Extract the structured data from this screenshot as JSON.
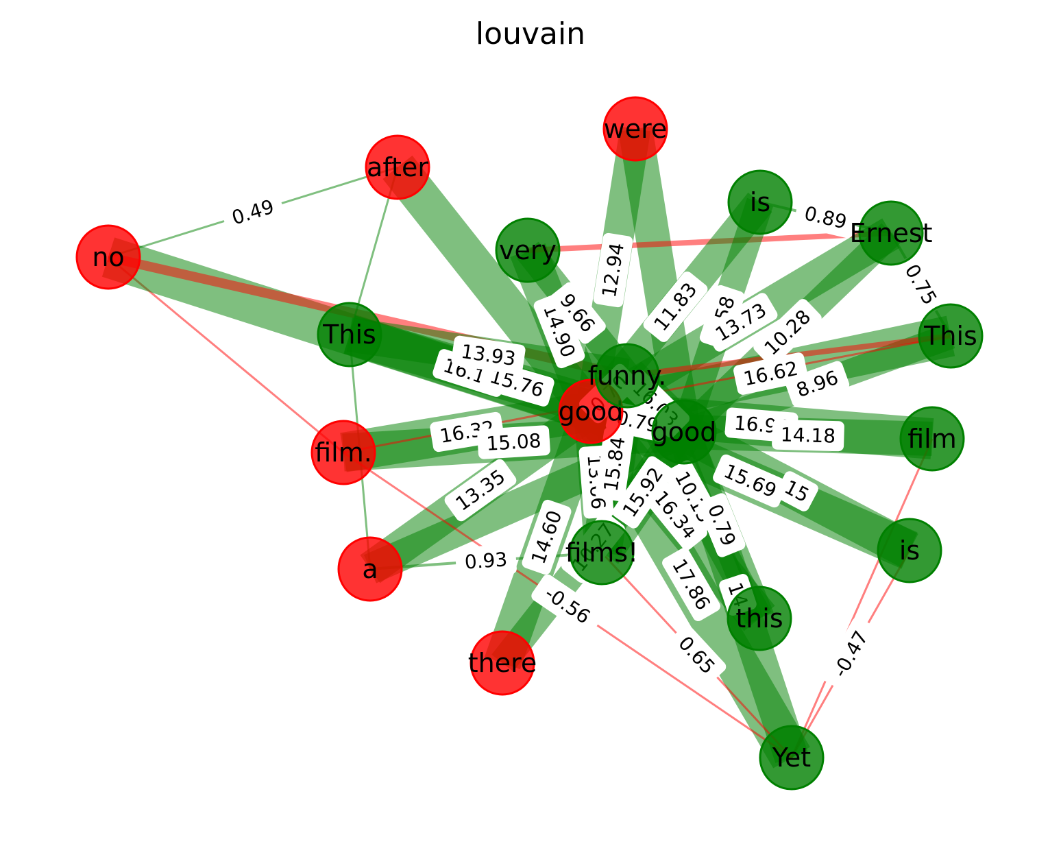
{
  "title": "louvain",
  "colors": {
    "positive": "#008000",
    "negative": "#ff0000",
    "label_bg": "#ffffff"
  },
  "nodes": [
    {
      "id": "no",
      "label": "no",
      "group": "negative"
    },
    {
      "id": "after",
      "label": "after",
      "group": "negative"
    },
    {
      "id": "were",
      "label": "were",
      "group": "negative"
    },
    {
      "id": "film_dot",
      "label": "film.",
      "group": "negative"
    },
    {
      "id": "a",
      "label": "a",
      "group": "negative"
    },
    {
      "id": "there",
      "label": "there",
      "group": "negative"
    },
    {
      "id": "good_red",
      "label": "good",
      "group": "negative"
    },
    {
      "id": "very",
      "label": "very",
      "group": "positive"
    },
    {
      "id": "is_top",
      "label": "is",
      "group": "positive"
    },
    {
      "id": "ernest",
      "label": "Ernest",
      "group": "positive"
    },
    {
      "id": "this_left",
      "label": "This",
      "group": "positive"
    },
    {
      "id": "this_right",
      "label": "This",
      "group": "positive"
    },
    {
      "id": "funny",
      "label": "funny.",
      "group": "positive"
    },
    {
      "id": "good_green",
      "label": "good",
      "group": "positive"
    },
    {
      "id": "film",
      "label": "film",
      "group": "positive"
    },
    {
      "id": "is_right",
      "label": "is",
      "group": "positive"
    },
    {
      "id": "films",
      "label": "films!",
      "group": "positive"
    },
    {
      "id": "this_low",
      "label": "this",
      "group": "positive"
    },
    {
      "id": "yet",
      "label": "Yet",
      "group": "positive"
    }
  ],
  "edges": [
    {
      "source": "no",
      "target": "after",
      "weight": "0.49",
      "sign": "positive",
      "width": 3
    },
    {
      "source": "no",
      "target": "film_dot",
      "weight": "",
      "sign": "negative",
      "width": 3
    },
    {
      "source": "no",
      "target": "good_red",
      "weight": "",
      "sign": "positive",
      "width": 60
    },
    {
      "source": "no",
      "target": "funny",
      "weight": "",
      "sign": "negative",
      "width": 14
    },
    {
      "source": "after",
      "target": "this_left",
      "weight": "",
      "sign": "positive",
      "width": 3
    },
    {
      "source": "after",
      "target": "good_red",
      "weight": "",
      "sign": "positive",
      "width": 55
    },
    {
      "source": "were",
      "target": "good_red",
      "weight": "12.94",
      "sign": "positive",
      "width": 45
    },
    {
      "source": "were",
      "target": "good_green",
      "weight": "",
      "sign": "positive",
      "width": 50
    },
    {
      "source": "very",
      "target": "good_red",
      "weight": "14.90",
      "sign": "positive",
      "width": 55
    },
    {
      "source": "very",
      "target": "funny",
      "weight": "9.66",
      "sign": "positive",
      "width": 40
    },
    {
      "source": "very",
      "target": "ernest",
      "weight": "",
      "sign": "negative",
      "width": 8
    },
    {
      "source": "is_top",
      "target": "good_red",
      "weight": "11.83",
      "sign": "positive",
      "width": 45
    },
    {
      "source": "is_top",
      "target": "ernest",
      "weight": "0.89",
      "sign": "positive",
      "width": 4
    },
    {
      "source": "is_top",
      "target": "good_green",
      "weight": "8.58",
      "sign": "positive",
      "width": 40
    },
    {
      "source": "ernest",
      "target": "good_red",
      "weight": "13.73",
      "sign": "positive",
      "width": 50
    },
    {
      "source": "ernest",
      "target": "this_right",
      "weight": "0.75",
      "sign": "positive",
      "width": 4
    },
    {
      "source": "ernest",
      "target": "good_green",
      "weight": "10.28",
      "sign": "positive",
      "width": 40
    },
    {
      "source": "this_right",
      "target": "good_red",
      "weight": "16.62",
      "sign": "positive",
      "width": 60
    },
    {
      "source": "this_right",
      "target": "good_green",
      "weight": "8.96",
      "sign": "positive",
      "width": 38
    },
    {
      "source": "this_right",
      "target": "funny",
      "weight": "",
      "sign": "negative",
      "width": 8
    },
    {
      "source": "film",
      "target": "good_red",
      "weight": "16.94",
      "sign": "positive",
      "width": 60
    },
    {
      "source": "film",
      "target": "good_green",
      "weight": "14.18",
      "sign": "positive",
      "width": 50
    },
    {
      "source": "film",
      "target": "yet",
      "weight": "",
      "sign": "negative",
      "width": 3
    },
    {
      "source": "is_right",
      "target": "good_red",
      "weight": "15.69",
      "sign": "positive",
      "width": 58
    },
    {
      "source": "is_right",
      "target": "good_green",
      "weight": "15",
      "sign": "positive",
      "width": 55
    },
    {
      "source": "is_right",
      "target": "yet",
      "weight": "-0.47",
      "sign": "negative",
      "width": 3
    },
    {
      "source": "this_low",
      "target": "good_red",
      "weight": "16.34",
      "sign": "positive",
      "width": 58
    },
    {
      "source": "this_low",
      "target": "good_green",
      "weight": "12",
      "sign": "positive",
      "width": 45
    },
    {
      "source": "this_low",
      "target": "funny",
      "weight": "10.15",
      "sign": "positive",
      "width": 40
    },
    {
      "source": "yet",
      "target": "good_red",
      "weight": "17.86",
      "sign": "positive",
      "width": 62
    },
    {
      "source": "yet",
      "target": "good_green",
      "weight": "14",
      "sign": "positive",
      "width": 50
    },
    {
      "source": "yet",
      "target": "films",
      "weight": "0.65",
      "sign": "negative",
      "width": 3
    },
    {
      "source": "films",
      "target": "good_red",
      "weight": "13.66",
      "sign": "positive",
      "width": 50
    },
    {
      "source": "films",
      "target": "good_green",
      "weight": "15.92",
      "sign": "positive",
      "width": 58
    },
    {
      "source": "films",
      "target": "a",
      "weight": "0.93",
      "sign": "positive",
      "width": 4
    },
    {
      "source": "films",
      "target": "funny",
      "weight": "15.84",
      "sign": "positive",
      "width": 58
    },
    {
      "source": "there",
      "target": "good_red",
      "weight": "14.60",
      "sign": "positive",
      "width": 55
    },
    {
      "source": "there",
      "target": "good_green",
      "weight": "10.27",
      "sign": "positive",
      "width": 40
    },
    {
      "source": "a",
      "target": "good_red",
      "weight": "13.35",
      "sign": "positive",
      "width": 50
    },
    {
      "source": "a",
      "target": "good_green",
      "weight": "",
      "sign": "positive",
      "width": 45
    },
    {
      "source": "a",
      "target": "this_left",
      "weight": "",
      "sign": "positive",
      "width": 3
    },
    {
      "source": "film_dot",
      "target": "good_red",
      "weight": "16.32",
      "sign": "positive",
      "width": 58
    },
    {
      "source": "film_dot",
      "target": "good_green",
      "weight": "15.08",
      "sign": "positive",
      "width": 55
    },
    {
      "source": "film_dot",
      "target": "this_right",
      "weight": "",
      "sign": "negative",
      "width": 3
    },
    {
      "source": "this_left",
      "target": "good_red",
      "weight": "16.15",
      "sign": "positive",
      "width": 58
    },
    {
      "source": "this_left",
      "target": "good_green",
      "weight": "15.76",
      "sign": "positive",
      "width": 58
    },
    {
      "source": "this_left",
      "target": "funny",
      "weight": "13.93",
      "sign": "positive",
      "width": 50
    },
    {
      "source": "funny",
      "target": "good_red",
      "weight": "0.70",
      "sign": "positive",
      "width": 4
    },
    {
      "source": "funny",
      "target": "good_green",
      "weight": "16.03",
      "sign": "positive",
      "width": 58
    },
    {
      "source": "good_red",
      "target": "good_green",
      "weight": "0.79",
      "sign": "positive",
      "width": 4
    },
    {
      "source": "good_green",
      "target": "this_low",
      "weight": "0.79",
      "sign": "positive",
      "width": 4
    },
    {
      "source": "film_dot",
      "target": "yet",
      "weight": "-0.56",
      "sign": "negative",
      "width": 3
    }
  ]
}
